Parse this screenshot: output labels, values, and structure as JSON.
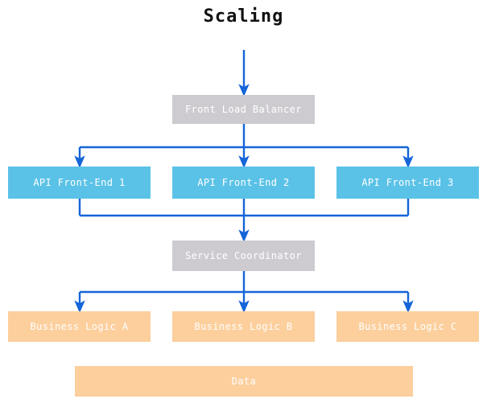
{
  "diagram": {
    "title": "Scaling",
    "type": "flowchart",
    "colors": {
      "gray": "#cdcbd0",
      "blue": "#5bc2e7",
      "peach": "#fccf9d",
      "connector": "#1565d8",
      "label": "#ffffff",
      "title": "#111111",
      "background": "#ffffff"
    },
    "nodes": {
      "front_load_balancer": "Front Load Balancer",
      "api_front_end_1": "API Front-End 1",
      "api_front_end_2": "API Front-End 2",
      "api_front_end_3": "API Front-End 3",
      "service_coordinator": "Service Coordinator",
      "business_logic_a": "Business Logic A",
      "business_logic_b": "Business Logic B",
      "business_logic_c": "Business Logic C",
      "data": "Data"
    },
    "tiers": [
      {
        "name": "ingress",
        "nodes": [
          "Front Load Balancer"
        ],
        "style": "gray"
      },
      {
        "name": "api",
        "nodes": [
          "API Front-End 1",
          "API Front-End 2",
          "API Front-End 3"
        ],
        "style": "blue"
      },
      {
        "name": "coordination",
        "nodes": [
          "Service Coordinator"
        ],
        "style": "gray"
      },
      {
        "name": "logic",
        "nodes": [
          "Business Logic A",
          "Business Logic B",
          "Business Logic C"
        ],
        "style": "peach"
      },
      {
        "name": "storage",
        "nodes": [
          "Data"
        ],
        "style": "peach"
      }
    ],
    "edges": [
      {
        "from": "external-traffic",
        "to": "Front Load Balancer",
        "arrow": true
      },
      {
        "from": "Front Load Balancer",
        "to": "API Front-End 1",
        "arrow": true
      },
      {
        "from": "Front Load Balancer",
        "to": "API Front-End 2",
        "arrow": true
      },
      {
        "from": "Front Load Balancer",
        "to": "API Front-End 3",
        "arrow": true
      },
      {
        "from": "API Front-End 1",
        "to": "Service Coordinator",
        "arrow": true
      },
      {
        "from": "API Front-End 2",
        "to": "Service Coordinator",
        "arrow": true
      },
      {
        "from": "API Front-End 3",
        "to": "Service Coordinator",
        "arrow": true
      },
      {
        "from": "Service Coordinator",
        "to": "Business Logic A",
        "arrow": true
      },
      {
        "from": "Service Coordinator",
        "to": "Business Logic B",
        "arrow": true
      },
      {
        "from": "Service Coordinator",
        "to": "Business Logic C",
        "arrow": true
      }
    ]
  }
}
